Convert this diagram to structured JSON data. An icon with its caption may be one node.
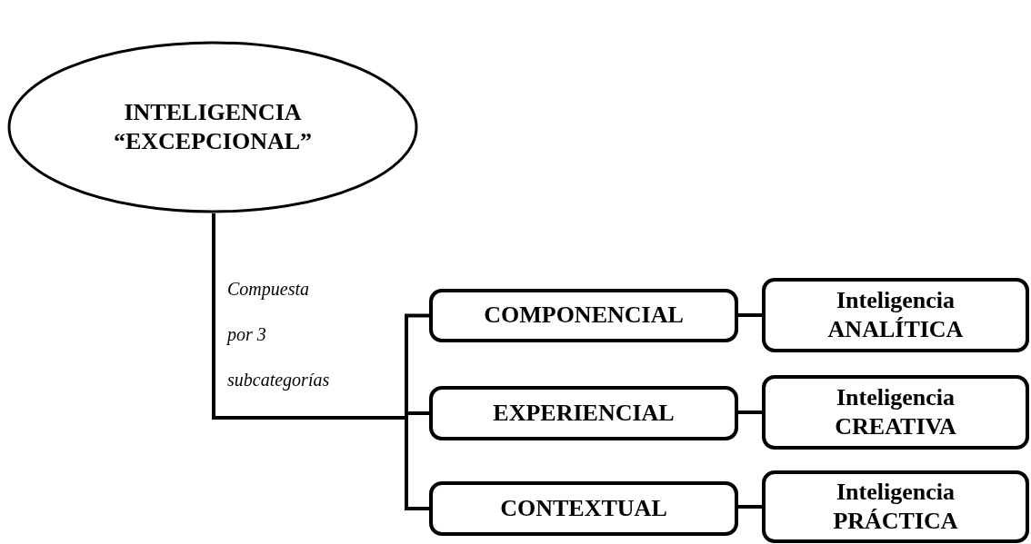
{
  "diagram": {
    "nodes": [
      {
        "text": [
          "INTELIGENCIA “EXCEPCIONAL”"
        ]
      },
      {
        "text": [
          "COMPONENCIAL"
        ]
      },
      {
        "text": [
          "EXPERIENCIAL"
        ]
      },
      {
        "text": [
          "CONTEXTUAL"
        ]
      },
      {
        "text": [
          "Inteligencia ANALÍTICA"
        ]
      },
      {
        "text": [
          "Inteligencia CREATIVA"
        ]
      },
      {
        "text": [
          "Inteligencia PRÁCTICA"
        ]
      }
    ],
    "edges": [
      {
        "from": 0,
        "to": 1,
        "arrow": "none"
      },
      {
        "from": 0,
        "to": 2,
        "arrow": "none"
      },
      {
        "from": 0,
        "to": 3,
        "arrow": "none"
      },
      {
        "from": 1,
        "to": 4,
        "arrow": "none"
      },
      {
        "from": 2,
        "to": 5,
        "arrow": "none"
      },
      {
        "from": 3,
        "to": 6,
        "arrow": "none"
      }
    ],
    "labels": [
      "Compuesta",
      "por 3",
      "subcategorías"
    ]
  }
}
